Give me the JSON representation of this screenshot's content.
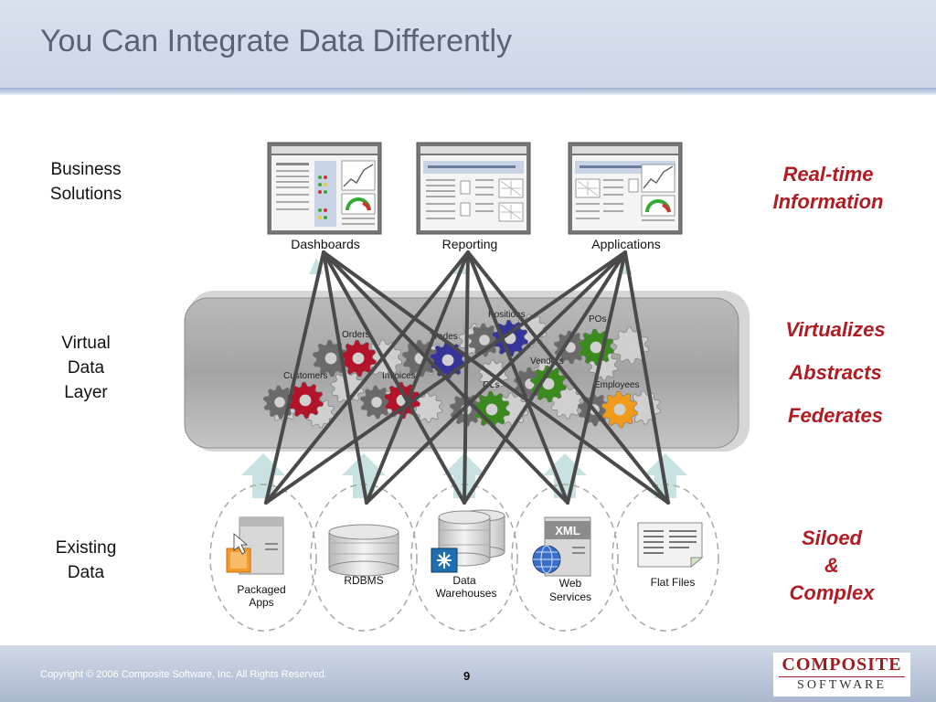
{
  "title": "You Can Integrate Data Differently",
  "left_labels": {
    "business": [
      "Business",
      "Solutions"
    ],
    "virtual": [
      "Virtual",
      "Data",
      "Layer"
    ],
    "existing": [
      "Existing",
      "Data"
    ]
  },
  "right_labels": {
    "realtime": [
      "Real-time",
      "Information"
    ],
    "virtualizes": "Virtualizes",
    "abstracts": "Abstracts",
    "federates": "Federates",
    "siloed": [
      "Siloed",
      "&",
      "Complex"
    ]
  },
  "solutions": [
    "Dashboards",
    "Reporting",
    "Applications"
  ],
  "gear_labels": [
    "Orders",
    "Trades",
    "Positions",
    "POs",
    "Customers",
    "Invoices",
    "Vendors",
    "GLs",
    "Employees"
  ],
  "sources": {
    "packaged": [
      "Packaged",
      "Apps"
    ],
    "rdbms": [
      "RDBMS"
    ],
    "warehouses": [
      "Data",
      "Warehouses"
    ],
    "web": [
      "Web",
      "Services"
    ],
    "flat": [
      "Flat Files"
    ]
  },
  "xml_badge": "XML",
  "footer": {
    "copyright": "Copyright © 2006  Composite Software, Inc.  All Rights Reserved.",
    "page": "9",
    "logo_top": "COMPOSITE",
    "logo_bottom": "SOFTWARE"
  },
  "colors": {
    "accent_red": "#b01c24",
    "gear_red": "#b3142a",
    "gear_blue": "#35349a",
    "gear_green": "#3b8a1d",
    "gear_orange": "#f29b1a",
    "connector": "#4a4a4a",
    "arrow_fill": "#c8e2e2"
  }
}
